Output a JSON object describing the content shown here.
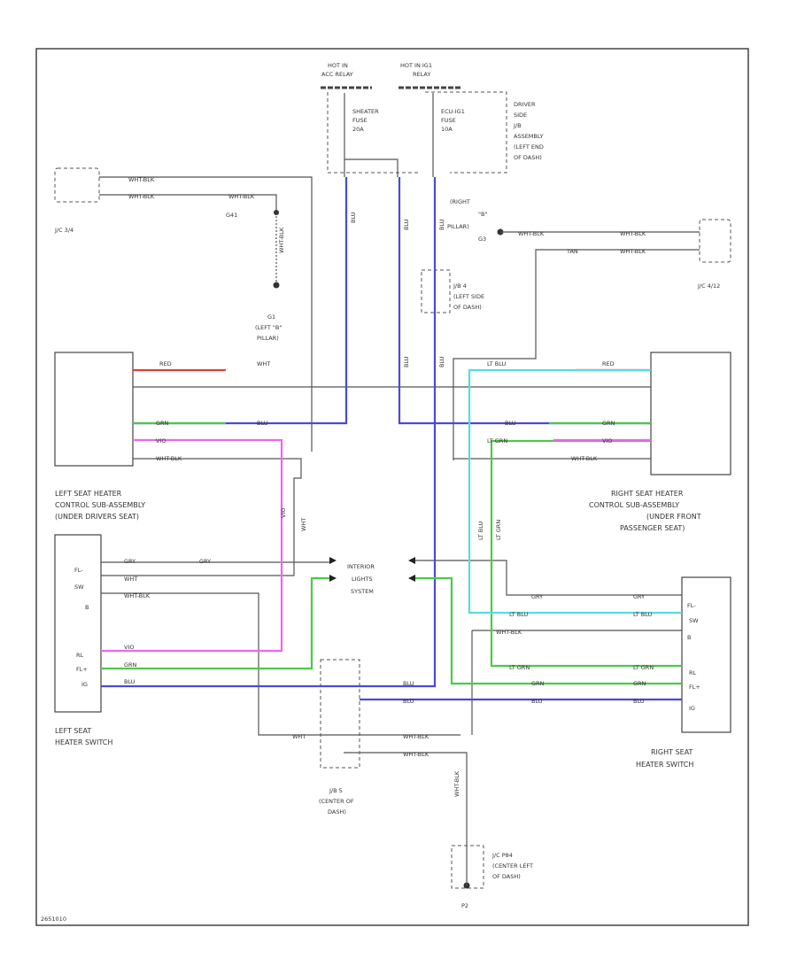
{
  "colors": {
    "blue": "#4a4ad8",
    "red": "#e0403a",
    "green": "#4ec84a",
    "pink": "#ee66ee",
    "cyan": "#55dde0",
    "wire_gray": "#555555",
    "frame": "#444444"
  },
  "labels": {
    "hot_left": [
      "HOT IN",
      "ACC RELAY"
    ],
    "hot_right": [
      "HOT IN IG1",
      "RELAY"
    ],
    "fuse_left": [
      "SHEATER",
      "FUSE",
      "20A"
    ],
    "fuse_right": [
      "ECU-IG1",
      "FUSE",
      "10A"
    ],
    "driver_side_jb": [
      "DRIVER",
      "SIDE",
      "J/B",
      "ASSEMBLY",
      "(LEFT END",
      "OF DASH)"
    ],
    "jc_left": "J/C 3/4",
    "jc_right": "J/C 4/12",
    "ground_left_id": "G41",
    "ground_left_loc": [
      "G1",
      "(LEFT \"B\"",
      "PILLAR)"
    ],
    "ground_right_loc": [
      "(RIGHT",
      "\"B\"",
      "PILLAR)"
    ],
    "ground_right_id": "G3",
    "jb_left_side": [
      "J/B 4",
      "(LEFT SIDE",
      "OF DASH)"
    ],
    "left_module": [
      "LEFT SEAT HEATER",
      "CONTROL SUB-ASSEMBLY",
      "(UNDER DRIVERS SEAT)"
    ],
    "right_module": [
      "RIGHT SEAT HEATER",
      "CONTROL SUB-ASSEMBLY",
      "(UNDER FRONT",
      "PASSENGER SEAT)"
    ],
    "interior": [
      "INTERIOR",
      "LIGHTS",
      "SYSTEM"
    ],
    "left_switch": [
      "LEFT SEAT",
      "HEATER SWITCH"
    ],
    "right_switch": [
      "RIGHT SEAT",
      "HEATER SWITCH"
    ],
    "jb_center": [
      "J/B 5",
      "(CENTER OF",
      "DASH)"
    ],
    "jc_center": [
      "J/C P84",
      "(CENTER LEFT",
      "OF DASH)"
    ],
    "ground_bottom": "P2",
    "code": "2651010"
  },
  "wire_labels": {
    "wht_blk": "WHT-BLK",
    "red": "RED",
    "grn": "GRN",
    "vio": "VIO",
    "blu": "BLU",
    "gry": "GRY",
    "lt_blu": "LT BLU",
    "lt_grn": "LT GRN",
    "wht": "WHT",
    "tan": "TAN"
  },
  "switch_pins_left": [
    "FL-",
    "SW",
    "B",
    "RL",
    "FL+",
    "IG"
  ],
  "switch_pins_right": [
    "FL-",
    "SW",
    "B",
    "RL",
    "FL+",
    "IG"
  ]
}
